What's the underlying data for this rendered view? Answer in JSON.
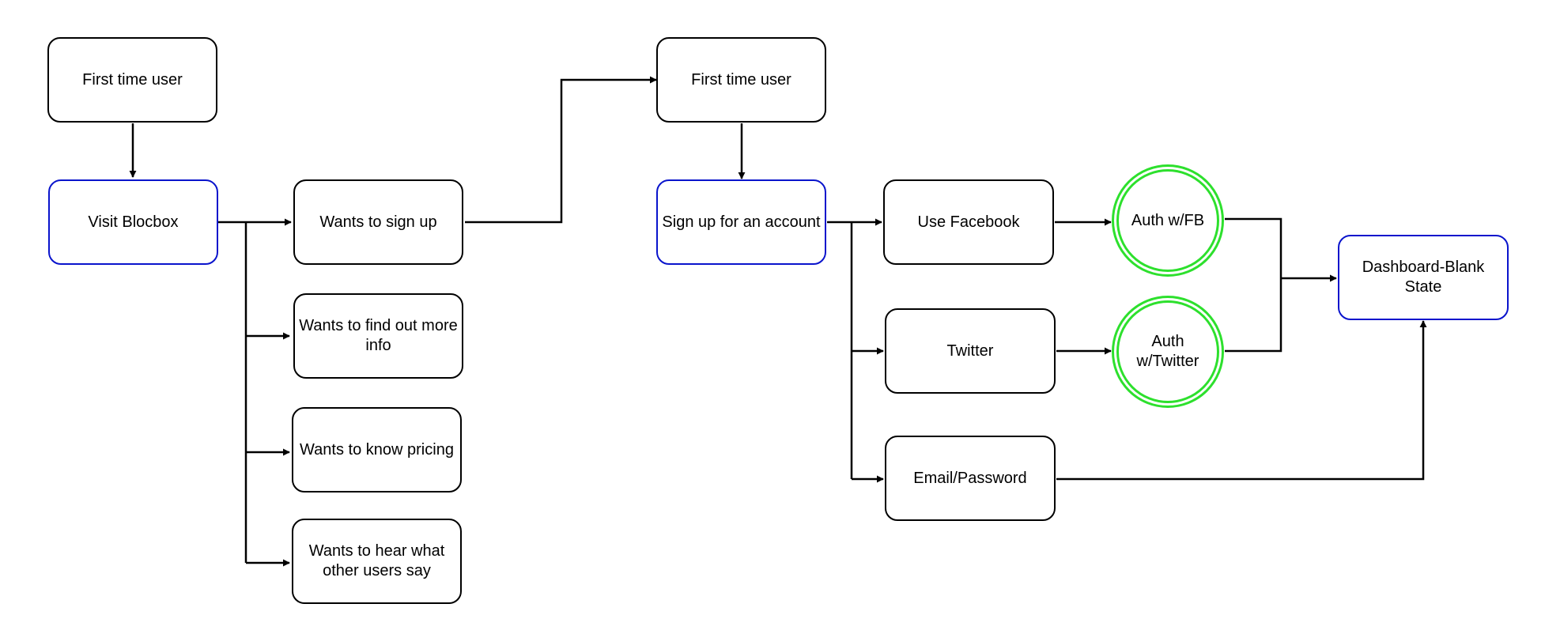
{
  "nodes": {
    "first_time_user_left": "First time user",
    "visit_blocbox": "Visit Blocbox",
    "wants_sign_up": "Wants to sign up",
    "wants_more_info": "Wants to find out more info",
    "wants_pricing": "Wants to know pricing",
    "wants_hear_users": "Wants to hear what other users say",
    "first_time_user_right": "First time user",
    "sign_up_account": "Sign up for an account",
    "use_facebook": "Use Facebook",
    "twitter": "Twitter",
    "email_password": "Email/Password",
    "auth_fb": "Auth w/FB",
    "auth_twitter": "Auth w/Twitter",
    "dashboard": "Dashboard-Blank State"
  },
  "colors": {
    "node_border": "#000000",
    "highlight_border": "#0a14cc",
    "auth_circle": "#2de02d",
    "connector": "#000000"
  }
}
